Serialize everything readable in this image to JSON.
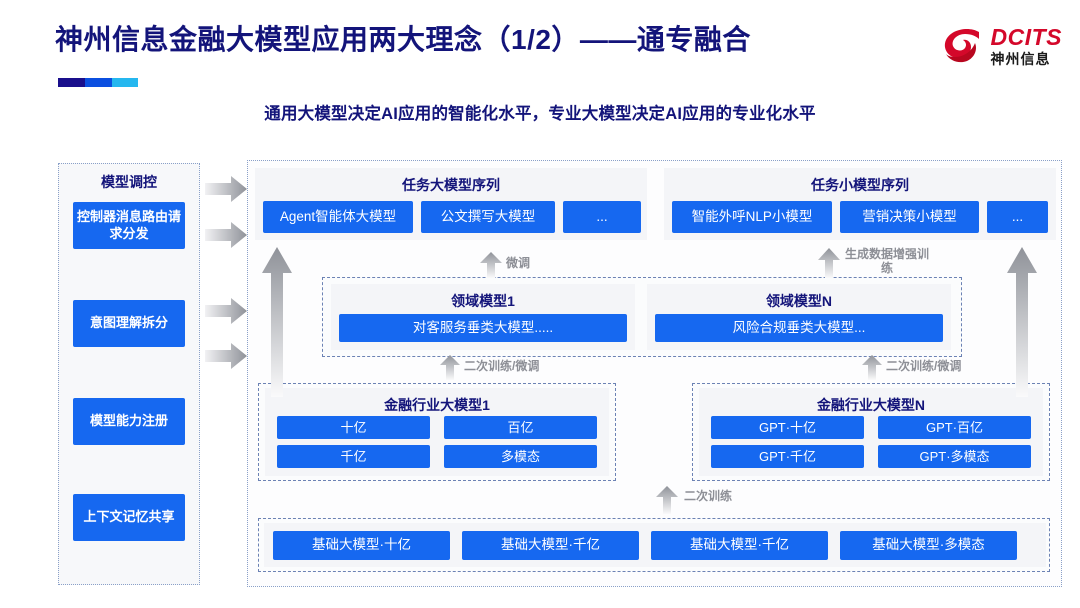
{
  "header": {
    "title": "神州信息金融大模型应用两大理念（1/2）——通专融合",
    "subtitle": "通用大模型决定AI应用的智能化水平，专业大模型决定AI应用的专业化水平",
    "accent_colors": [
      "#1a0f8c",
      "#0b4fe0",
      "#25b7ef"
    ],
    "title_color": "#13147a"
  },
  "logo": {
    "mark": "dcits-swirl-logo",
    "en": "DCITS",
    "cn": "神州信息",
    "color": "#d4082a"
  },
  "control_panel": {
    "title": "模型调控",
    "items": [
      {
        "label": "控制器消息路由请求分发"
      },
      {
        "label": "意图理解拆分"
      },
      {
        "label": "模型能力注册"
      },
      {
        "label": "上下文记忆共享"
      }
    ]
  },
  "side_arrows": [
    {
      "name": "side-arrow-1"
    },
    {
      "name": "side-arrow-2"
    },
    {
      "name": "side-arrow-3"
    },
    {
      "name": "side-arrow-4"
    }
  ],
  "task_sequences": {
    "left": {
      "title": "任务大模型序列",
      "items": [
        "Agent智能体大模型",
        "公文撰写大模型",
        "..."
      ]
    },
    "right": {
      "title": "任务小模型序列",
      "items": [
        "智能外呼NLP小模型",
        "营销决策小模型",
        "..."
      ]
    }
  },
  "domain_models": {
    "left": {
      "title": "领域模型1",
      "item": "对客服务垂类大模型....."
    },
    "right": {
      "title": "领域模型N",
      "item": "风险合规垂类大模型..."
    }
  },
  "industry_models": {
    "left": {
      "title": "金融行业大模型1",
      "items": [
        "十亿",
        "百亿",
        "千亿",
        "多模态"
      ]
    },
    "right": {
      "title": "金融行业大模型N",
      "items": [
        "GPT·十亿",
        "GPT·百亿",
        "GPT·千亿",
        "GPT·多模态"
      ]
    }
  },
  "base_models": {
    "items": [
      "基础大模型·十亿",
      "基础大模型·千亿",
      "基础大模型·千亿",
      "基础大模型·多模态"
    ]
  },
  "arrow_labels": {
    "fine_tune": "微调",
    "data_augment": "生成数据增强训练",
    "retrain_tune_left": "二次训练/微调",
    "retrain_tune_right": "二次训练/微调",
    "retrain": "二次训练"
  },
  "colors": {
    "box_blue": "#1668f0",
    "panel_gray": "#f4f5f8",
    "dotted_border": "#8aa0c8",
    "arrow_gray": "#9fa2a9"
  }
}
